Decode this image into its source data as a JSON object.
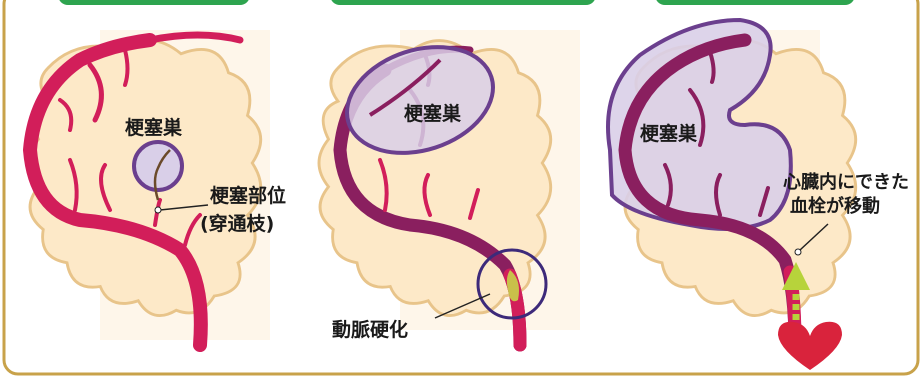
{
  "colors": {
    "frame": "#c8a24a",
    "header_tab": "#2ea44f",
    "brain_fill": "#fde9c8",
    "brain_bg": "#fef6ea",
    "artery": "#d21e5a",
    "artery_dark": "#8a1f5f",
    "infarct_fill": "#d9cfe8",
    "infarct_stroke": "#6b3f8e",
    "plaque": "#c9c04a",
    "arrow": "#b7d33b",
    "heart": "#d9233c"
  },
  "panels": [
    {
      "id": "lacunar",
      "infarct_label": "梗塞巣",
      "site_label_line1": "梗塞部位",
      "site_label_line2": "(穿通枝)"
    },
    {
      "id": "atherothrombotic",
      "infarct_label": "梗塞巣",
      "cause_label": "動脈硬化"
    },
    {
      "id": "cardioembolic",
      "infarct_label": "梗塞巣",
      "cause_label_line1": "心臓内にできた",
      "cause_label_line2": "血栓が移動"
    }
  ]
}
